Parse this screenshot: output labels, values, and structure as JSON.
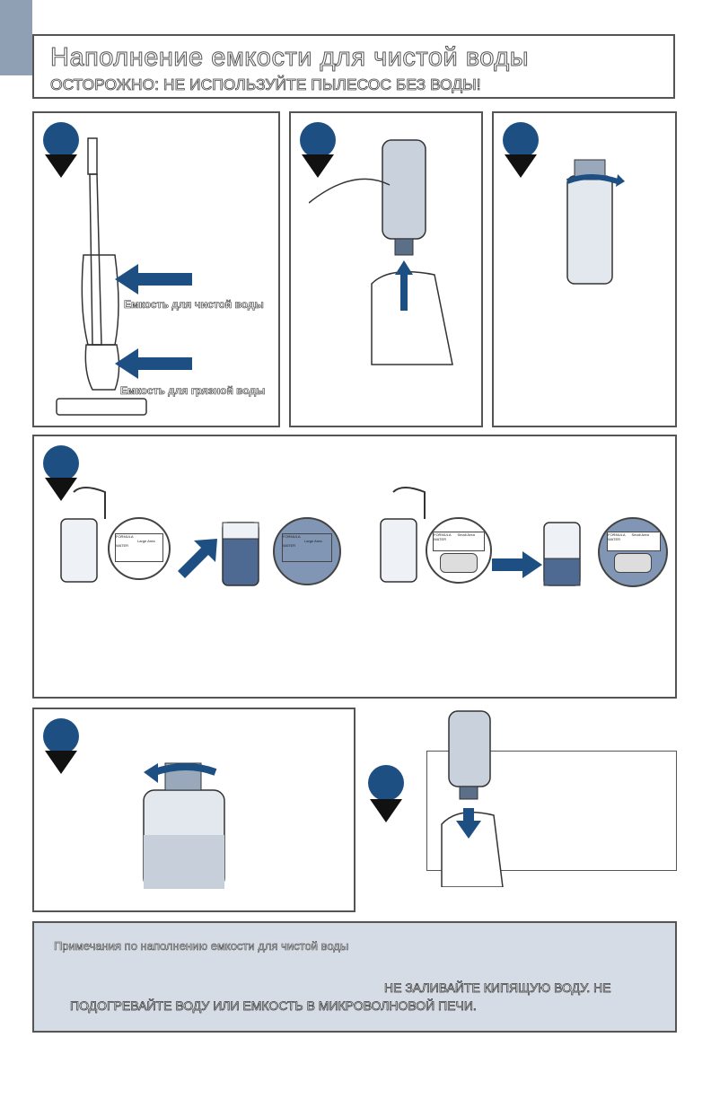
{
  "header": {
    "title": "Наполнение емкости для чистой воды",
    "warning": "ОСТОРОЖНО: НЕ ИСПОЛЬЗУЙТЕ ПЫЛЕСОС БЕЗ ВОДЫ!"
  },
  "panel1": {
    "clean_tank_label": "Емкость для чистой воды",
    "dirty_tank_label": "Емкость для грязной воды"
  },
  "panel4": {
    "insets": [
      {
        "formula": "FORMULA",
        "water": "WATER",
        "area": "Large Area"
      },
      {
        "formula": "FORMULA",
        "water": "WATER",
        "area": "Large Area"
      },
      {
        "formula": "FORMULA",
        "water": "WATER",
        "area": "Small Area"
      },
      {
        "formula": "FORMULA",
        "water": "WATER",
        "area": "Small Area"
      }
    ]
  },
  "notes": {
    "title": "Примечания по наполнению емкости для чистой воды",
    "warning": "НЕ ЗАЛИВАЙТЕ КИПЯЩУЮ ВОДУ. НЕ ПОДОГРЕВАЙТЕ ВОДУ ИЛИ ЕМКОСТЬ В МИКРОВОЛНОВОЙ ПЕЧИ."
  },
  "colors": {
    "accent_blue": "#1e4f82",
    "tab": "#8fa0b4",
    "notes_bg": "#d6dce6"
  }
}
